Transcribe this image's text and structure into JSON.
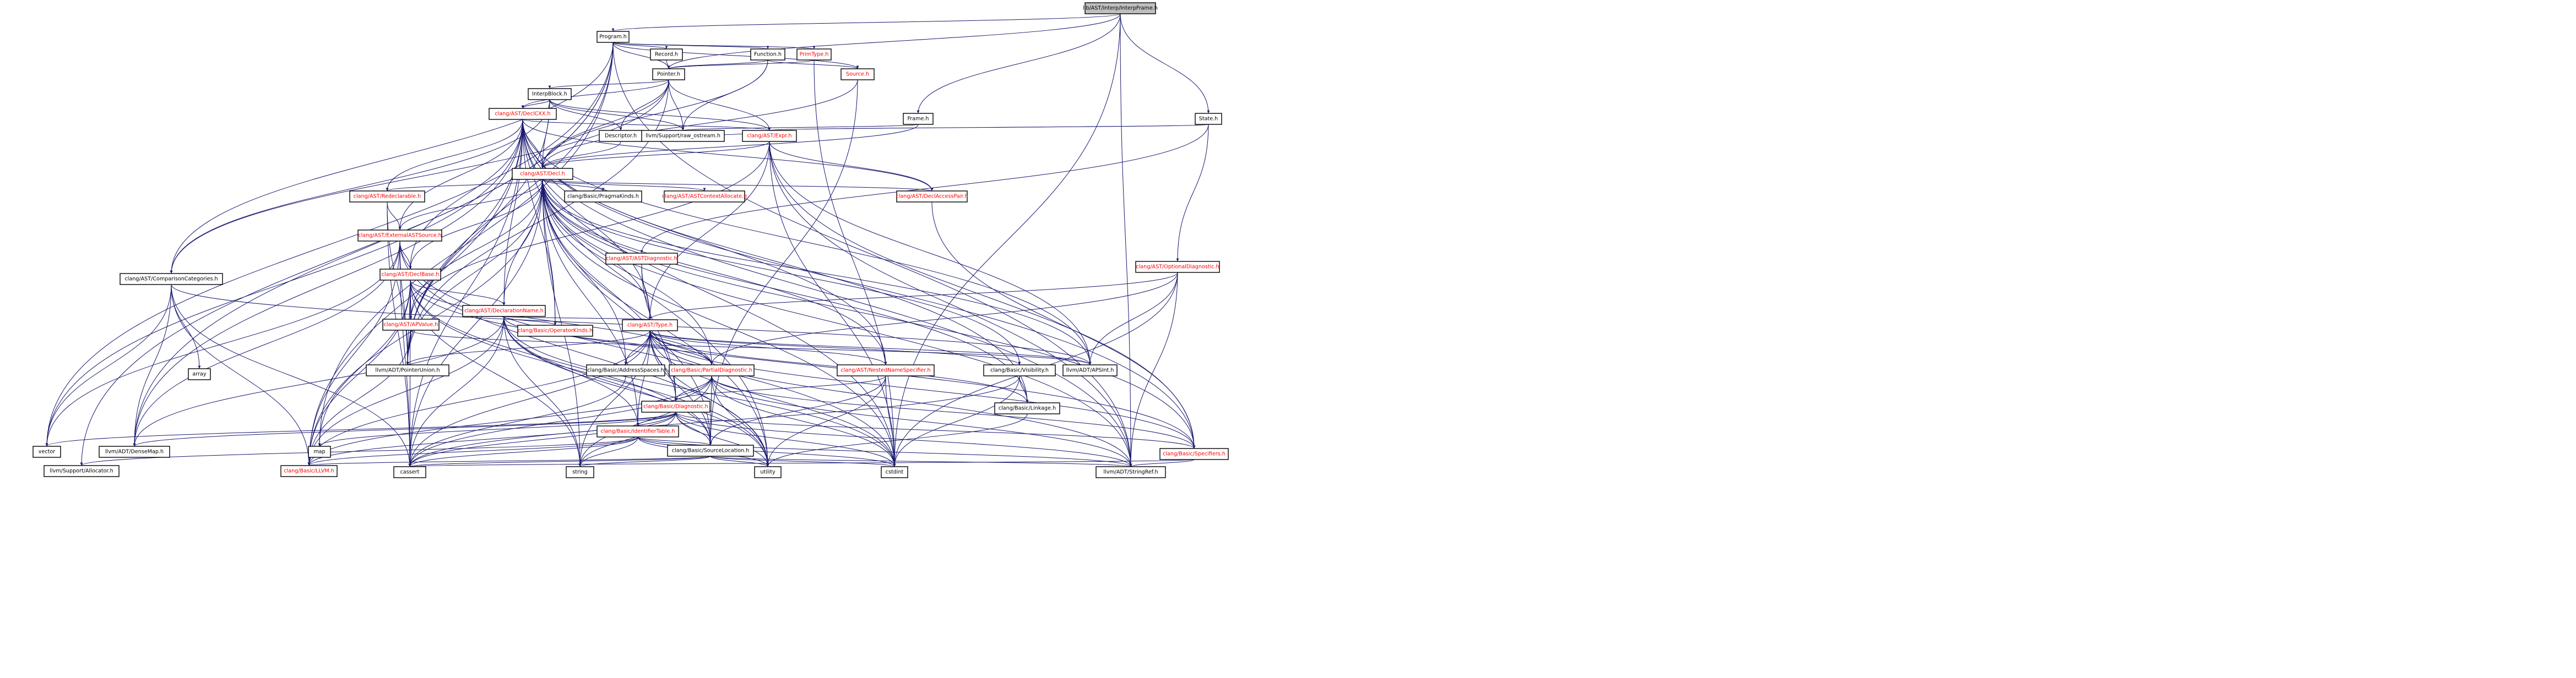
{
  "graph": {
    "title": "lib/AST/Interp/InterpFrame.h",
    "colors": {
      "root_fill": "#bfbfbf",
      "node_fill": "#ffffff",
      "external_text": "#ff0000",
      "normal_text": "#000000",
      "edge": "#191970"
    },
    "nodes": {
      "interpframe": "lib/AST/Interp/InterpFrame.h",
      "program": "Program.h",
      "record": "Record.h",
      "function": "Function.h",
      "primtype": "PrimType.h",
      "source": "Source.h",
      "pointer": "Pointer.h",
      "frame": "Frame.h",
      "state": "State.h",
      "interpblock": "InterpBlock.h",
      "declcxx": "clang/AST/DeclCXX.h",
      "descriptor": "Descriptor.h",
      "raw_ostream": "llvm/Support/raw_ostream.h",
      "expr": "clang/AST/Expr.h",
      "decl": "clang/AST/Decl.h",
      "redeclarable": "clang/AST/Redeclarable.h",
      "externalastsource": "clang/AST/ExternalASTSource.h",
      "pragmakinds": "clang/Basic/PragmaKinds.h",
      "astcontextallocate": "clang/AST/ASTContextAllocate.h",
      "declaccesspair": "clang/AST/DeclAccessPair.h",
      "declbase": "clang/AST/DeclBase.h",
      "comparisoncategories": "clang/AST/ComparisonCategories.h",
      "declarationname": "clang/AST/DeclarationName.h",
      "astdiagnostic": "clang/AST/ASTDiagnostic.h",
      "optionaldiagnostic": "clang/AST/OptionalDiagnostic.h",
      "apvalue": "clang/AST/APValue.h",
      "operatorkinds": "clang/Basic/OperatorKinds.h",
      "type": "clang/AST/Type.h",
      "addressspaces": "clang/Basic/AddressSpaces.h",
      "partialdiagnostic": "clang/Basic/PartialDiagnostic.h",
      "nestednamespecifier": "clang/AST/NestedNameSpecifier.h",
      "visibility": "clang/Basic/Visibility.h",
      "apsint": "llvm/ADT/APSInt.h",
      "pointerunion": "llvm/ADT/PointerUnion.h",
      "array": "array",
      "diagnostic": "clang/Basic/Diagnostic.h",
      "linkage": "clang/Basic/Linkage.h",
      "identifiertable": "clang/Basic/IdentifierTable.h",
      "sourcelocation": "clang/Basic/SourceLocation.h",
      "specifiers": "clang/Basic/Specifiers.h",
      "vector": "vector",
      "densemap": "llvm/ADT/DenseMap.h",
      "map": "map",
      "allocator": "llvm/Support/Allocator.h",
      "llvm": "clang/Basic/LLVM.h",
      "cassert": "cassert",
      "string": "string",
      "utility": "utility",
      "cstdint": "cstdint",
      "stringref": "llvm/ADT/StringRef.h"
    }
  }
}
